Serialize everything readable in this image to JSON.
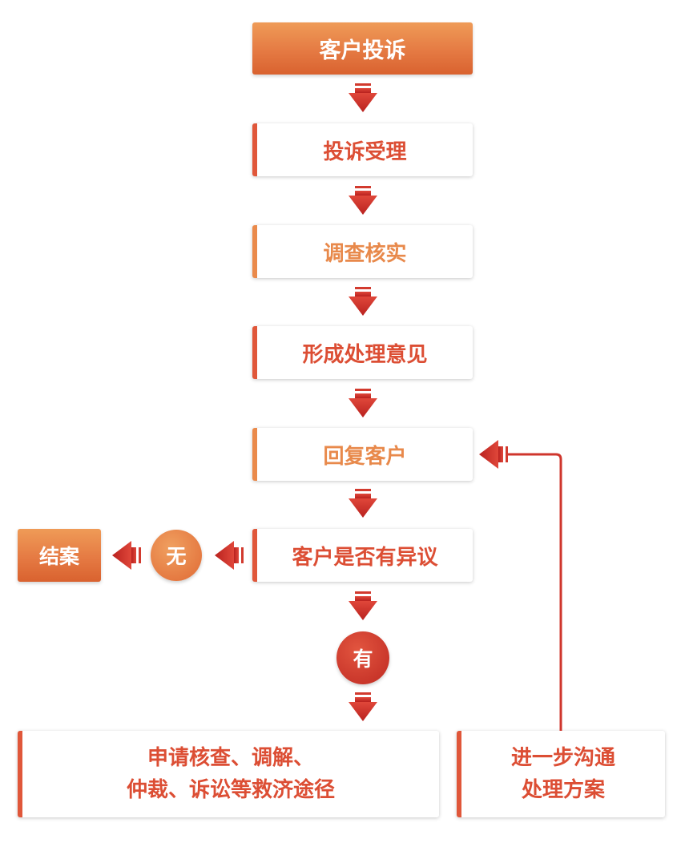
{
  "steps": {
    "complaint": "客户投诉",
    "accept": "投诉受理",
    "investigate": "调查核实",
    "opinion": "形成处理意见",
    "reply": "回复客户",
    "objection": "客户是否有异议",
    "close": "结案",
    "no": "无",
    "yes": "有",
    "remedy_line1": "申请核查、调解、",
    "remedy_line2": "仲裁、诉讼等救济途径",
    "further_line1": "进一步沟通",
    "further_line2": "处理方案"
  },
  "colors": {
    "accent_red": "#dc4e34",
    "accent_orange": "#e8894b",
    "arrow_red": "#c8302a"
  }
}
